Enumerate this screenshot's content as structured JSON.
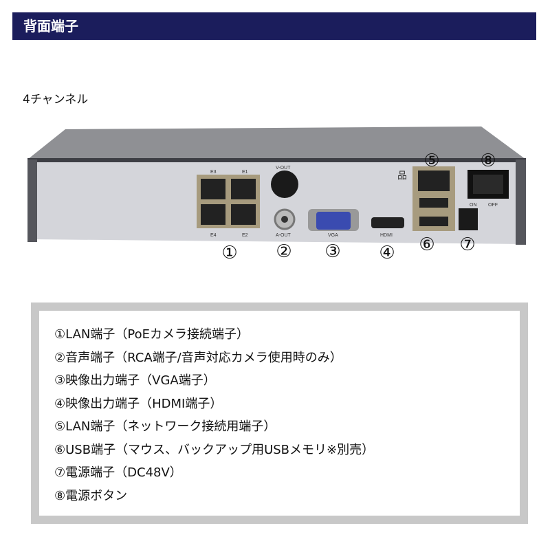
{
  "header": {
    "title": "背面端子"
  },
  "subtitle": "4チャンネル",
  "device": {
    "port_labels": [
      "E3",
      "E1",
      "E4",
      "E2",
      "V-OUT",
      "A-OUT",
      "VGA",
      "HDMI",
      "ON",
      "OFF"
    ],
    "callouts": [
      "①",
      "②",
      "③",
      "④",
      "⑤",
      "⑥",
      "⑦",
      "⑧"
    ]
  },
  "legend": [
    "①LAN端子（PoEカメラ接続端子）",
    "②音声端子（RCA端子/音声対応カメラ使用時のみ）",
    "③映像出力端子（VGA端子）",
    "④映像出力端子（HDMI端子）",
    "⑤LAN端子（ネットワーク接続用端子）",
    "⑥USB端子（マウス、バックアップ用USBメモリ※別売）",
    "⑦電源端子（DC48V）",
    "⑧電源ボタン"
  ]
}
